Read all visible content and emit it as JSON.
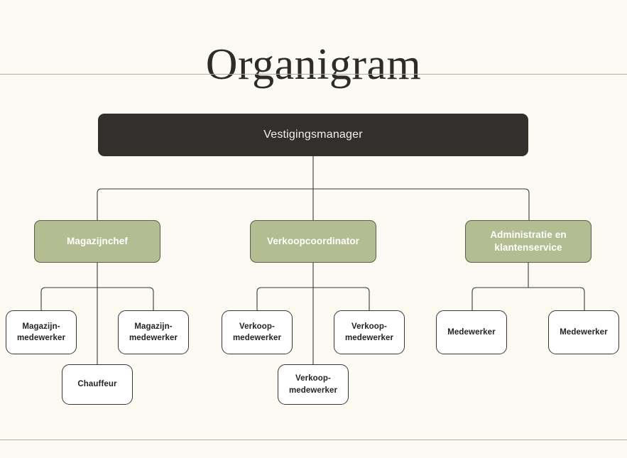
{
  "page": {
    "title": "Organigram",
    "background_color": "#fdfaf4",
    "rule_color": "#b4aca2"
  },
  "colors": {
    "root_fill": "#332f2d",
    "root_text": "#f3f0ea",
    "dept_fill": "#b3bd91",
    "dept_border": "#5e5c4e",
    "dept_text": "#ffffff",
    "leaf_fill": "#ffffff",
    "leaf_border": "#3a3631",
    "leaf_text": "#262320",
    "connector": "#3a3631"
  },
  "chart_data": {
    "type": "diagram",
    "title": "Organigram",
    "root": {
      "id": "vestigingsmanager",
      "label": "Vestigingsmanager",
      "level": 0
    },
    "departments": [
      {
        "id": "magazijnchef",
        "label": "Magazijnchef",
        "level": 1,
        "children": [
          {
            "id": "magazijn-medewerker-1",
            "label": "Magazijn-\nmedewerker",
            "level": 2
          },
          {
            "id": "magazijn-medewerker-2",
            "label": "Magazijn-\nmedewerker",
            "level": 2
          },
          {
            "id": "chauffeur",
            "label": "Chauffeur",
            "level": 2
          }
        ]
      },
      {
        "id": "verkoopcoordinator",
        "label": "Verkoopcoordinator",
        "level": 1,
        "children": [
          {
            "id": "verkoop-medewerker-1",
            "label": "Verkoop-\nmedewerker",
            "level": 2
          },
          {
            "id": "verkoop-medewerker-2",
            "label": "Verkoop-\nmedewerker",
            "level": 2
          },
          {
            "id": "verkoop-medewerker-3",
            "label": "Verkoop-\nmedewerker",
            "level": 2
          }
        ]
      },
      {
        "id": "administratie-en-klantenservice",
        "label": "Administratie en\nklantenservice",
        "level": 1,
        "children": [
          {
            "id": "medewerker-1",
            "label": "Medewerker",
            "level": 2
          },
          {
            "id": "medewerker-2",
            "label": "Medewerker",
            "level": 2
          }
        ]
      }
    ]
  }
}
